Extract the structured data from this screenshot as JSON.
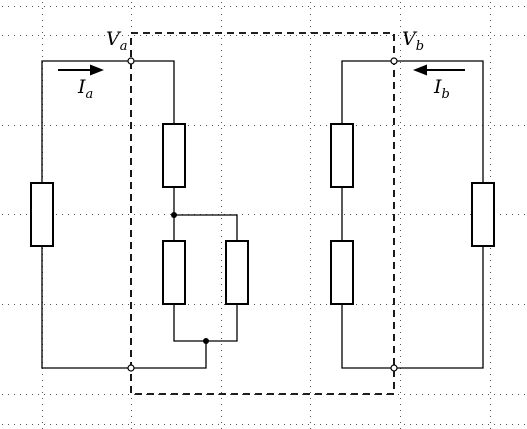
{
  "labels": {
    "va": {
      "base": "V",
      "sub": "a"
    },
    "vb": {
      "base": "V",
      "sub": "b"
    },
    "ia": {
      "base": "I",
      "sub": "a"
    },
    "ib": {
      "base": "I",
      "sub": "b"
    }
  },
  "colors": {
    "wire": "#000000",
    "grid_dots": "#555555",
    "background": "#ffffff"
  }
}
